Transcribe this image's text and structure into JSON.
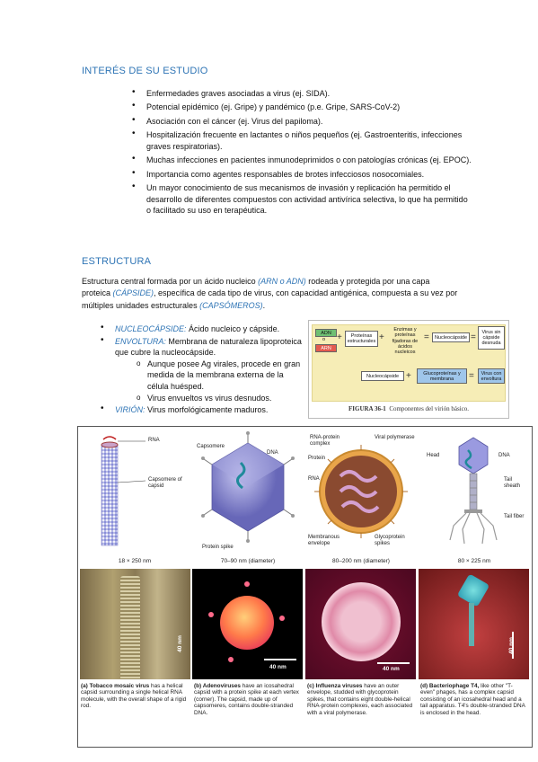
{
  "section1": {
    "heading": "INTERÉS DE SU ESTUDIO",
    "bullets": [
      "Enfermedades graves asociadas a virus (ej. SIDA).",
      "Potencial epidémico (ej. Gripe) y pandémico (p.e. Gripe, SARS-CoV-2)",
      "Asociación con el cáncer (ej. Virus del papiloma).",
      "Hospitalización frecuente en lactantes o niños pequeños (ej. Gastroenteritis, infecciones graves respiratorias).",
      "Muchas infecciones en pacientes inmunodeprimidos o con patologías crónicas (ej. EPOC).",
      "Importancia como agentes responsables de brotes infecciosos nosocomiales.",
      "Un mayor conocimiento de sus mecanismos de invasión y replicación ha permitido el desarrollo de diferentes compuestos con actividad antivírica selectiva, lo que ha permitido o facilitado su uso en terapéutica."
    ]
  },
  "section2": {
    "heading": "ESTRUCTURA",
    "para": {
      "t1": "Estructura central formada por un ácido nucleico ",
      "t2": "(ARN o ADN)",
      "t3": " rodeada y protegida por una capa proteica ",
      "t4": "(CÁPSIDE)",
      "t5": ", específica de cada tipo de virus, con capacidad antigénica, compuesta a su vez por múltiples unidades estructurales ",
      "t6": "(CAPSÓMEROS)",
      "t7": "."
    },
    "items": {
      "nucleo_term": "NUCLEOCÁPSIDE:",
      "nucleo_text": " Ácido nucleico y cápside.",
      "envoltura_term": "ENVOLTURA:",
      "envoltura_text": " Membrana de naturaleza lipoproteica que cubre la nucleocápside.",
      "sub1": "Aunque posee Ag virales, procede en gran medida de la membrana externa de la célula huésped.",
      "sub2": "Virus envueltos vs virus desnudos.",
      "virion_term": "VIRIÓN:",
      "virion_text": " Virus morfológicamente maduros."
    }
  },
  "figure1": {
    "adn": "ADN",
    "o": "o",
    "arn": "ARN",
    "proteinas": "Proteínas estructurales",
    "enzimas": "Enzimas y proteínas fijadoras de ácidos nucleicos",
    "nucleocapside": "Nucleocápside",
    "virus_sin": "Virus sin cápside desnuda",
    "nucleocapside2": "Nucleocápside",
    "glyco": "Glucoproteínas y membrana",
    "virus_con": "Virus con envoltura",
    "plus": "+",
    "equals": "=",
    "caption_bold": "FIGURA 36-1",
    "caption": "Componentes del virión básico."
  },
  "figure2": {
    "a": {
      "rna": "RNA",
      "capsomere": "Capsomere of capsid",
      "dim": "18 × 250 nm",
      "scale": "40 nm",
      "cap_bold": "(a) Tobacco mosaic virus",
      "cap": " has a helical capsid surrounding a single helical RNA molecule, with the overall shape of a rigid rod."
    },
    "b": {
      "capsomere": "Capsomere",
      "dna": "DNA",
      "spike": "Protein spike",
      "dim": "70–90 nm (diameter)",
      "scale": "40 nm",
      "cap_bold": "(b) Adenoviruses",
      "cap": " have an icosahedral capsid with a protein spike at each vertex (corner). The capsid, made up of capsomeres, contains double-stranded DNA."
    },
    "c": {
      "rnp": "RNA-protein complex",
      "protein": "Protein",
      "rna": "RNA",
      "polymerase": "Viral polymerase",
      "membrane": "Membranous envelope",
      "glyco": "Glycoprotein spikes",
      "dim": "80–200 nm (diameter)",
      "scale": "40 nm",
      "cap_bold": "(c) Influenza viruses",
      "cap": " have an outer envelope, studded with glycoprotein spikes, that contains eight double-helical RNA-protein complexes, each associated with a viral polymerase."
    },
    "d": {
      "head": "Head",
      "dna": "DNA",
      "sheath": "Tail sheath",
      "fiber": "Tail fiber",
      "dim": "80 × 225 nm",
      "scale": "40 nm",
      "cap_bold": "(d) Bacteriophage T4,",
      "cap": " like other \"T-even\" phages, has a complex capsid consisting of an icosahedral head and a tail apparatus. T4's double-stranded DNA is enclosed in the head."
    }
  }
}
